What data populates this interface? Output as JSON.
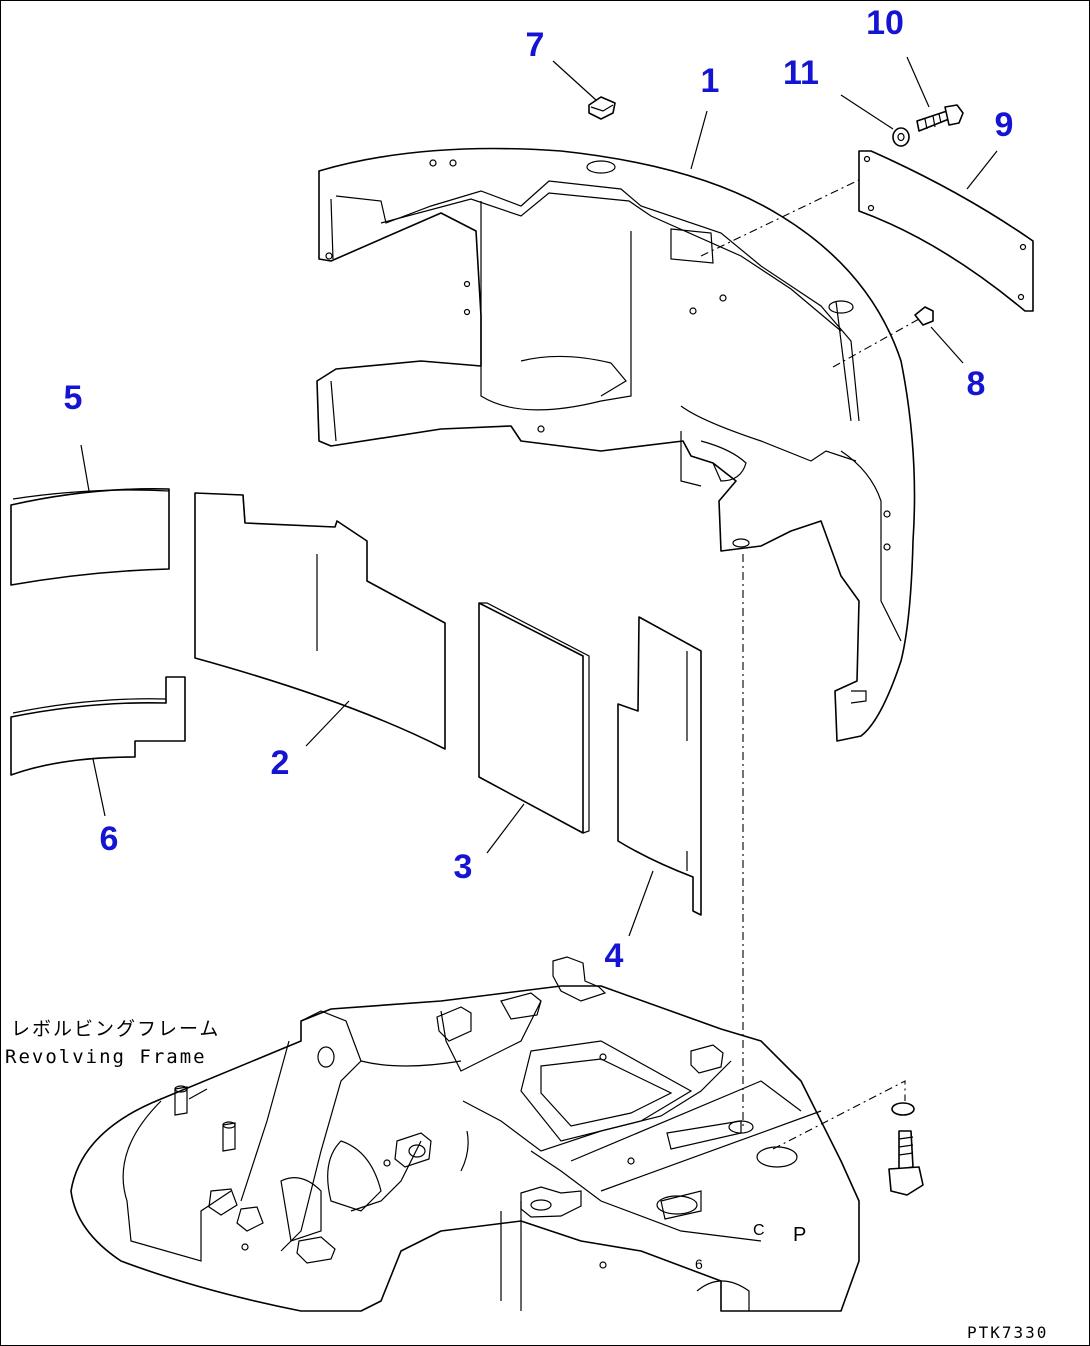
{
  "callouts": [
    "1",
    "2",
    "3",
    "4",
    "5",
    "6",
    "7",
    "8",
    "9",
    "10",
    "11"
  ],
  "frame_label_ja": "レボルビングフレーム",
  "frame_label_en": "Revolving Frame",
  "drawing_code": "PTK7330",
  "colors": {
    "callout": "#1414d2",
    "line": "#000000"
  }
}
